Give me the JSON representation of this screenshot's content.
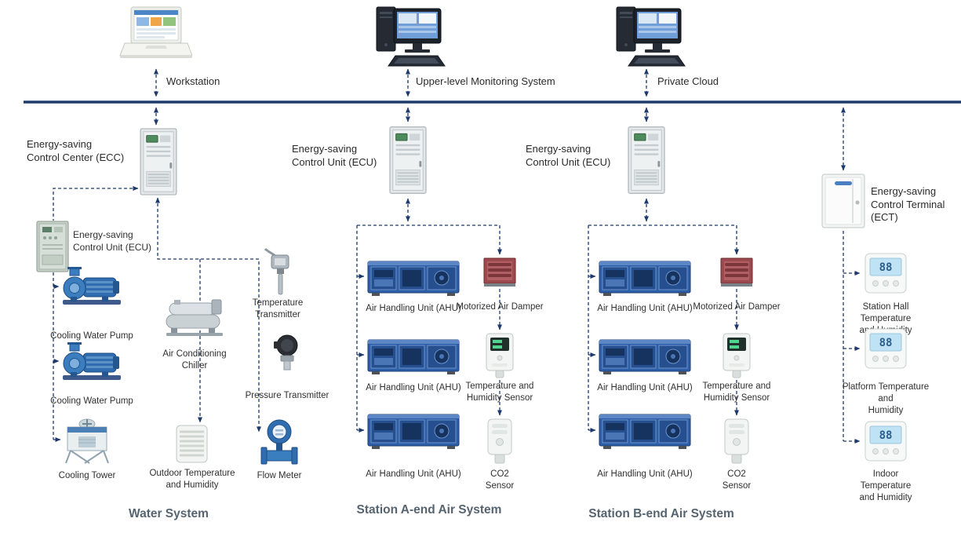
{
  "top": {
    "workstation": "Workstation",
    "monitoring": "Upper-level Monitoring System",
    "cloud": "Private Cloud"
  },
  "controllers": {
    "ecc": "Energy-saving\nControl Center (ECC)",
    "ecu_a": "Energy-saving\nControl Unit (ECU)",
    "ecu_b": "Energy-saving\nControl Unit (ECU)",
    "ecu_water": "Energy-saving\nControl Unit (ECU)",
    "ect": "Energy-saving\nControl Terminal\n(ECT)"
  },
  "water": {
    "title": "Water System",
    "pump1": "Cooling Water Pump",
    "pump2": "Cooling Water Pump",
    "tower": "Cooling Tower",
    "chiller": "Air Conditioning\nChiller",
    "outdoor": "Outdoor Temperature\nand Humidity",
    "temp_transmitter": "Temperature\nTransmitter",
    "pressure_transmitter": "Pressure Transmitter",
    "flow_meter": "Flow Meter"
  },
  "station_a": {
    "title": "Station A-end Air System",
    "ahu1": "Air Handling Unit (AHU)",
    "ahu2": "Air Handling Unit (AHU)",
    "ahu3": "Air Handling Unit (AHU)",
    "damper": "Motorized Air Damper",
    "th_sensor": "Temperature and\nHumidity Sensor",
    "co2": "CO2 Sensor"
  },
  "station_b": {
    "title": "Station B-end Air System",
    "ahu1": "Air Handling Unit (AHU)",
    "ahu2": "Air Handling Unit (AHU)",
    "ahu3": "Air Handling Unit (AHU)",
    "damper": "Motorized Air Damper",
    "th_sensor": "Temperature and\nHumidity Sensor",
    "co2": "CO2 Sensor"
  },
  "terminals": {
    "display": "88",
    "hall": "Station Hall Temperature\nand Humidity",
    "platform": "Platform Temperature and\nHumidity",
    "indoor": "Indoor Temperature\nand Humidity"
  }
}
